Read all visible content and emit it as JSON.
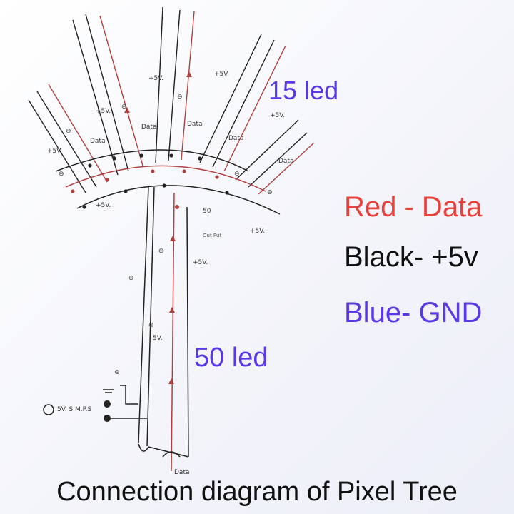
{
  "caption": "Connection diagram of Pixel Tree",
  "labels": {
    "top_count": "15 led",
    "trunk_count": "50 led"
  },
  "legend": [
    {
      "text": "Red - Data",
      "color": "#e8403a"
    },
    {
      "text": "Black- +5v",
      "color": "#111111"
    },
    {
      "text": "Blue- GND",
      "color": "#5a38e6"
    }
  ],
  "colors": {
    "label": "#5a38e6",
    "ink": "#222222",
    "data_line": "#b04040"
  },
  "annotations": {
    "plus5v": "+5V.",
    "data": "Data",
    "minus": "⊖",
    "plus": "⊕",
    "five_v": "5V.",
    "smps": "5V. S.M.P.S",
    "fifty": "50",
    "out": "Out Put",
    "data_in": "Data"
  }
}
